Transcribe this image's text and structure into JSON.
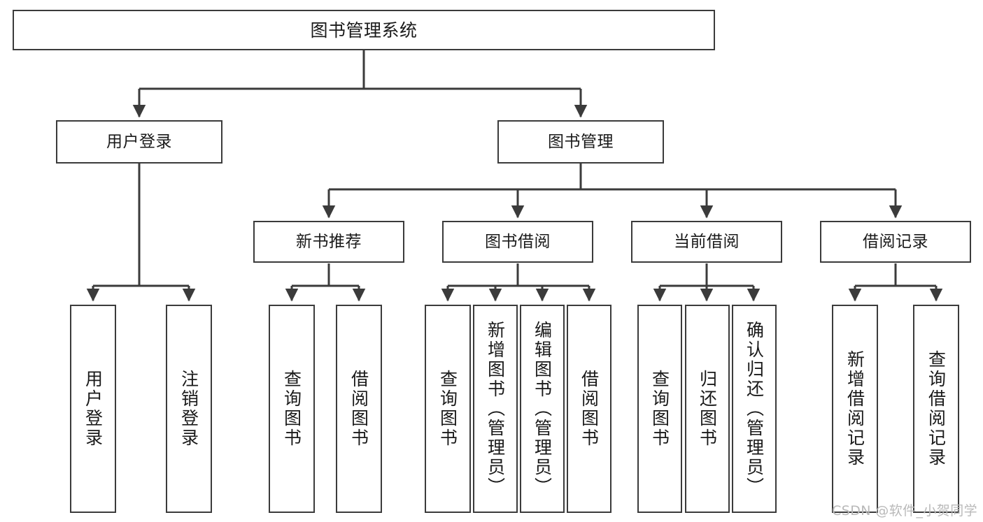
{
  "diagram": {
    "title": "图书管理系统",
    "type": "tree",
    "watermark": "CSDN @软件_小贺同学",
    "colors": {
      "box_border": "#3b3b3b",
      "box_fill": "#ffffff",
      "connector": "#3b3b3b",
      "text": "#1a1a1a",
      "watermark": "#b9b9b9",
      "background": "#ffffff"
    },
    "nodes": {
      "root": {
        "label": "图书管理系统"
      },
      "level1": [
        {
          "label": "用户登录"
        },
        {
          "label": "图书管理"
        }
      ],
      "level2": [
        {
          "label": "新书推荐"
        },
        {
          "label": "图书借阅"
        },
        {
          "label": "当前借阅"
        },
        {
          "label": "借阅记录"
        }
      ],
      "leaves": {
        "user_login": [
          {
            "label": "用户登录"
          },
          {
            "label": "注销登录"
          }
        ],
        "new_book_recommend": [
          {
            "label": "查询图书"
          },
          {
            "label": "借阅图书"
          }
        ],
        "book_borrow": [
          {
            "label": "查询图书"
          },
          {
            "label": "新增图书（管理员）"
          },
          {
            "label": "编辑图书（管理员）"
          },
          {
            "label": "借阅图书"
          }
        ],
        "current_borrow": [
          {
            "label": "查询图书"
          },
          {
            "label": "归还图书"
          },
          {
            "label": "确认归还（管理员）"
          }
        ],
        "borrow_record": [
          {
            "label": "新增借阅记录"
          },
          {
            "label": "查询借阅记录"
          }
        ]
      }
    }
  }
}
